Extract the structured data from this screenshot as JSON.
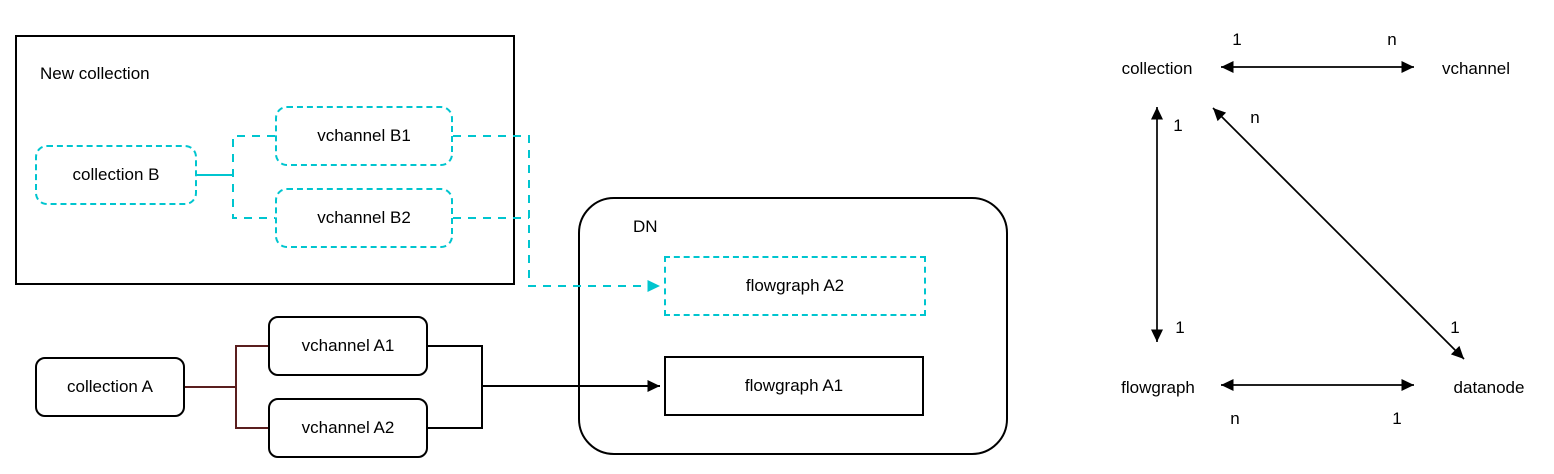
{
  "colors": {
    "teal_accent": "#00C5CF",
    "dark_red_connector": "#5A1E1E",
    "line_black": "#000000",
    "background": "#ffffff"
  },
  "flow_diagram": {
    "new_collection_label": "New collection",
    "dn_label": "DN",
    "nodes": {
      "collection_b": "collection B",
      "vchannel_b1": "vchannel B1",
      "vchannel_b2": "vchannel B2",
      "flowgraph_a2": "flowgraph A2",
      "flowgraph_a1": "flowgraph A1",
      "collection_a": "collection A",
      "vchannel_a1": "vchannel A1",
      "vchannel_a2": "vchannel A2"
    }
  },
  "er_diagram": {
    "entities": {
      "collection": "collection",
      "vchannel": "vchannel",
      "flowgraph": "flowgraph",
      "datanode": "datanode"
    },
    "cardinalities": {
      "collection_vchannel": {
        "near_collection": "1",
        "near_vchannel": "n"
      },
      "collection_flowgraph": {
        "near_collection": "1",
        "near_flowgraph": "1"
      },
      "vchannel_datanode": {
        "near_vchannel": "n",
        "near_datanode": "1"
      },
      "flowgraph_datanode": {
        "near_flowgraph": "n",
        "near_datanode": "1"
      }
    }
  }
}
